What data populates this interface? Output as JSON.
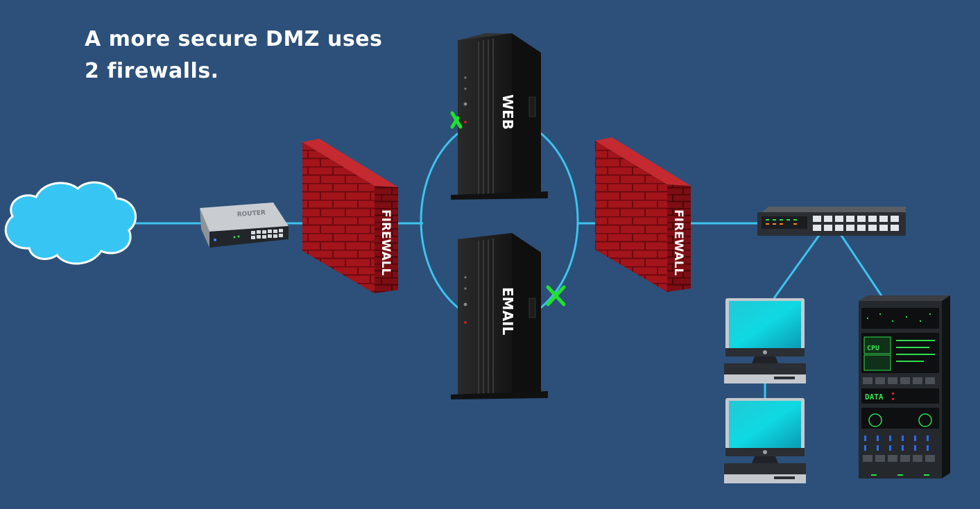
{
  "title": {
    "line1": "A more secure DMZ uses",
    "line2": "2 firewalls."
  },
  "nodes": {
    "router_label": "ROUTER",
    "firewall_left_label": "FIREWALL",
    "firewall_right_label": "FIREWALL",
    "web_server_label": "WEB",
    "email_server_label": "EMAIL",
    "rack_cpu_label": "CPU",
    "rack_data_label": "DATA"
  },
  "colors": {
    "background": "#2c5079",
    "link": "#3ec3ee",
    "cloud": "#37c6f4",
    "firewall": "#a3141b",
    "blocked_marker": "#22e02c"
  },
  "icons": {
    "internet": "cloud-icon",
    "router": "router-icon",
    "firewall": "brick-wall-icon",
    "server": "tower-server-icon",
    "switch": "network-switch-icon",
    "workstation": "desktop-computer-icon",
    "rack": "server-rack-icon",
    "blocked": "green-x-icon"
  }
}
